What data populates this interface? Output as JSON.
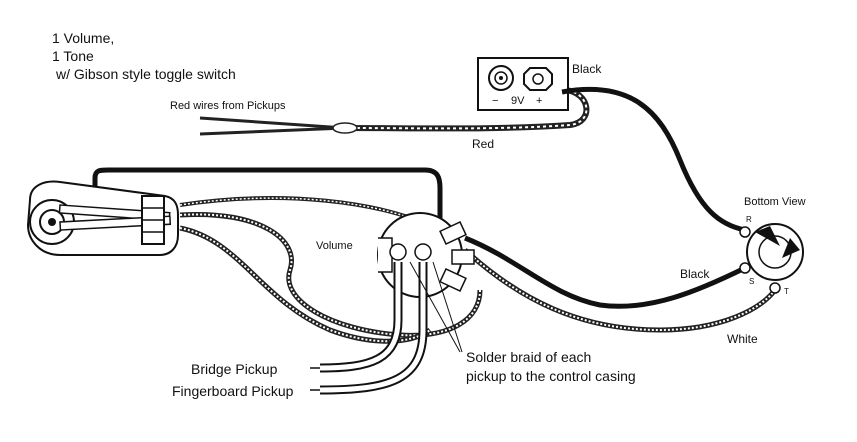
{
  "heading": {
    "line1": "1 Volume,",
    "line2": "1 Tone",
    "line3": "w/ Gibson style toggle switch"
  },
  "labels": {
    "red_wires": "Red wires from Pickups",
    "red": "Red",
    "black_top": "Black",
    "black_jack": "Black",
    "white": "White",
    "bottom_view": "Bottom View",
    "volume": "Volume",
    "bridge_pickup": "Bridge Pickup",
    "fingerboard_pickup": "Fingerboard Pickup",
    "solder_line1": "Solder braid of each",
    "solder_line2": "pickup to the control casing"
  },
  "battery": {
    "minus": "−",
    "voltage": "9V",
    "plus": "+"
  },
  "jack": {
    "r": "R",
    "s": "S",
    "t": "T"
  }
}
